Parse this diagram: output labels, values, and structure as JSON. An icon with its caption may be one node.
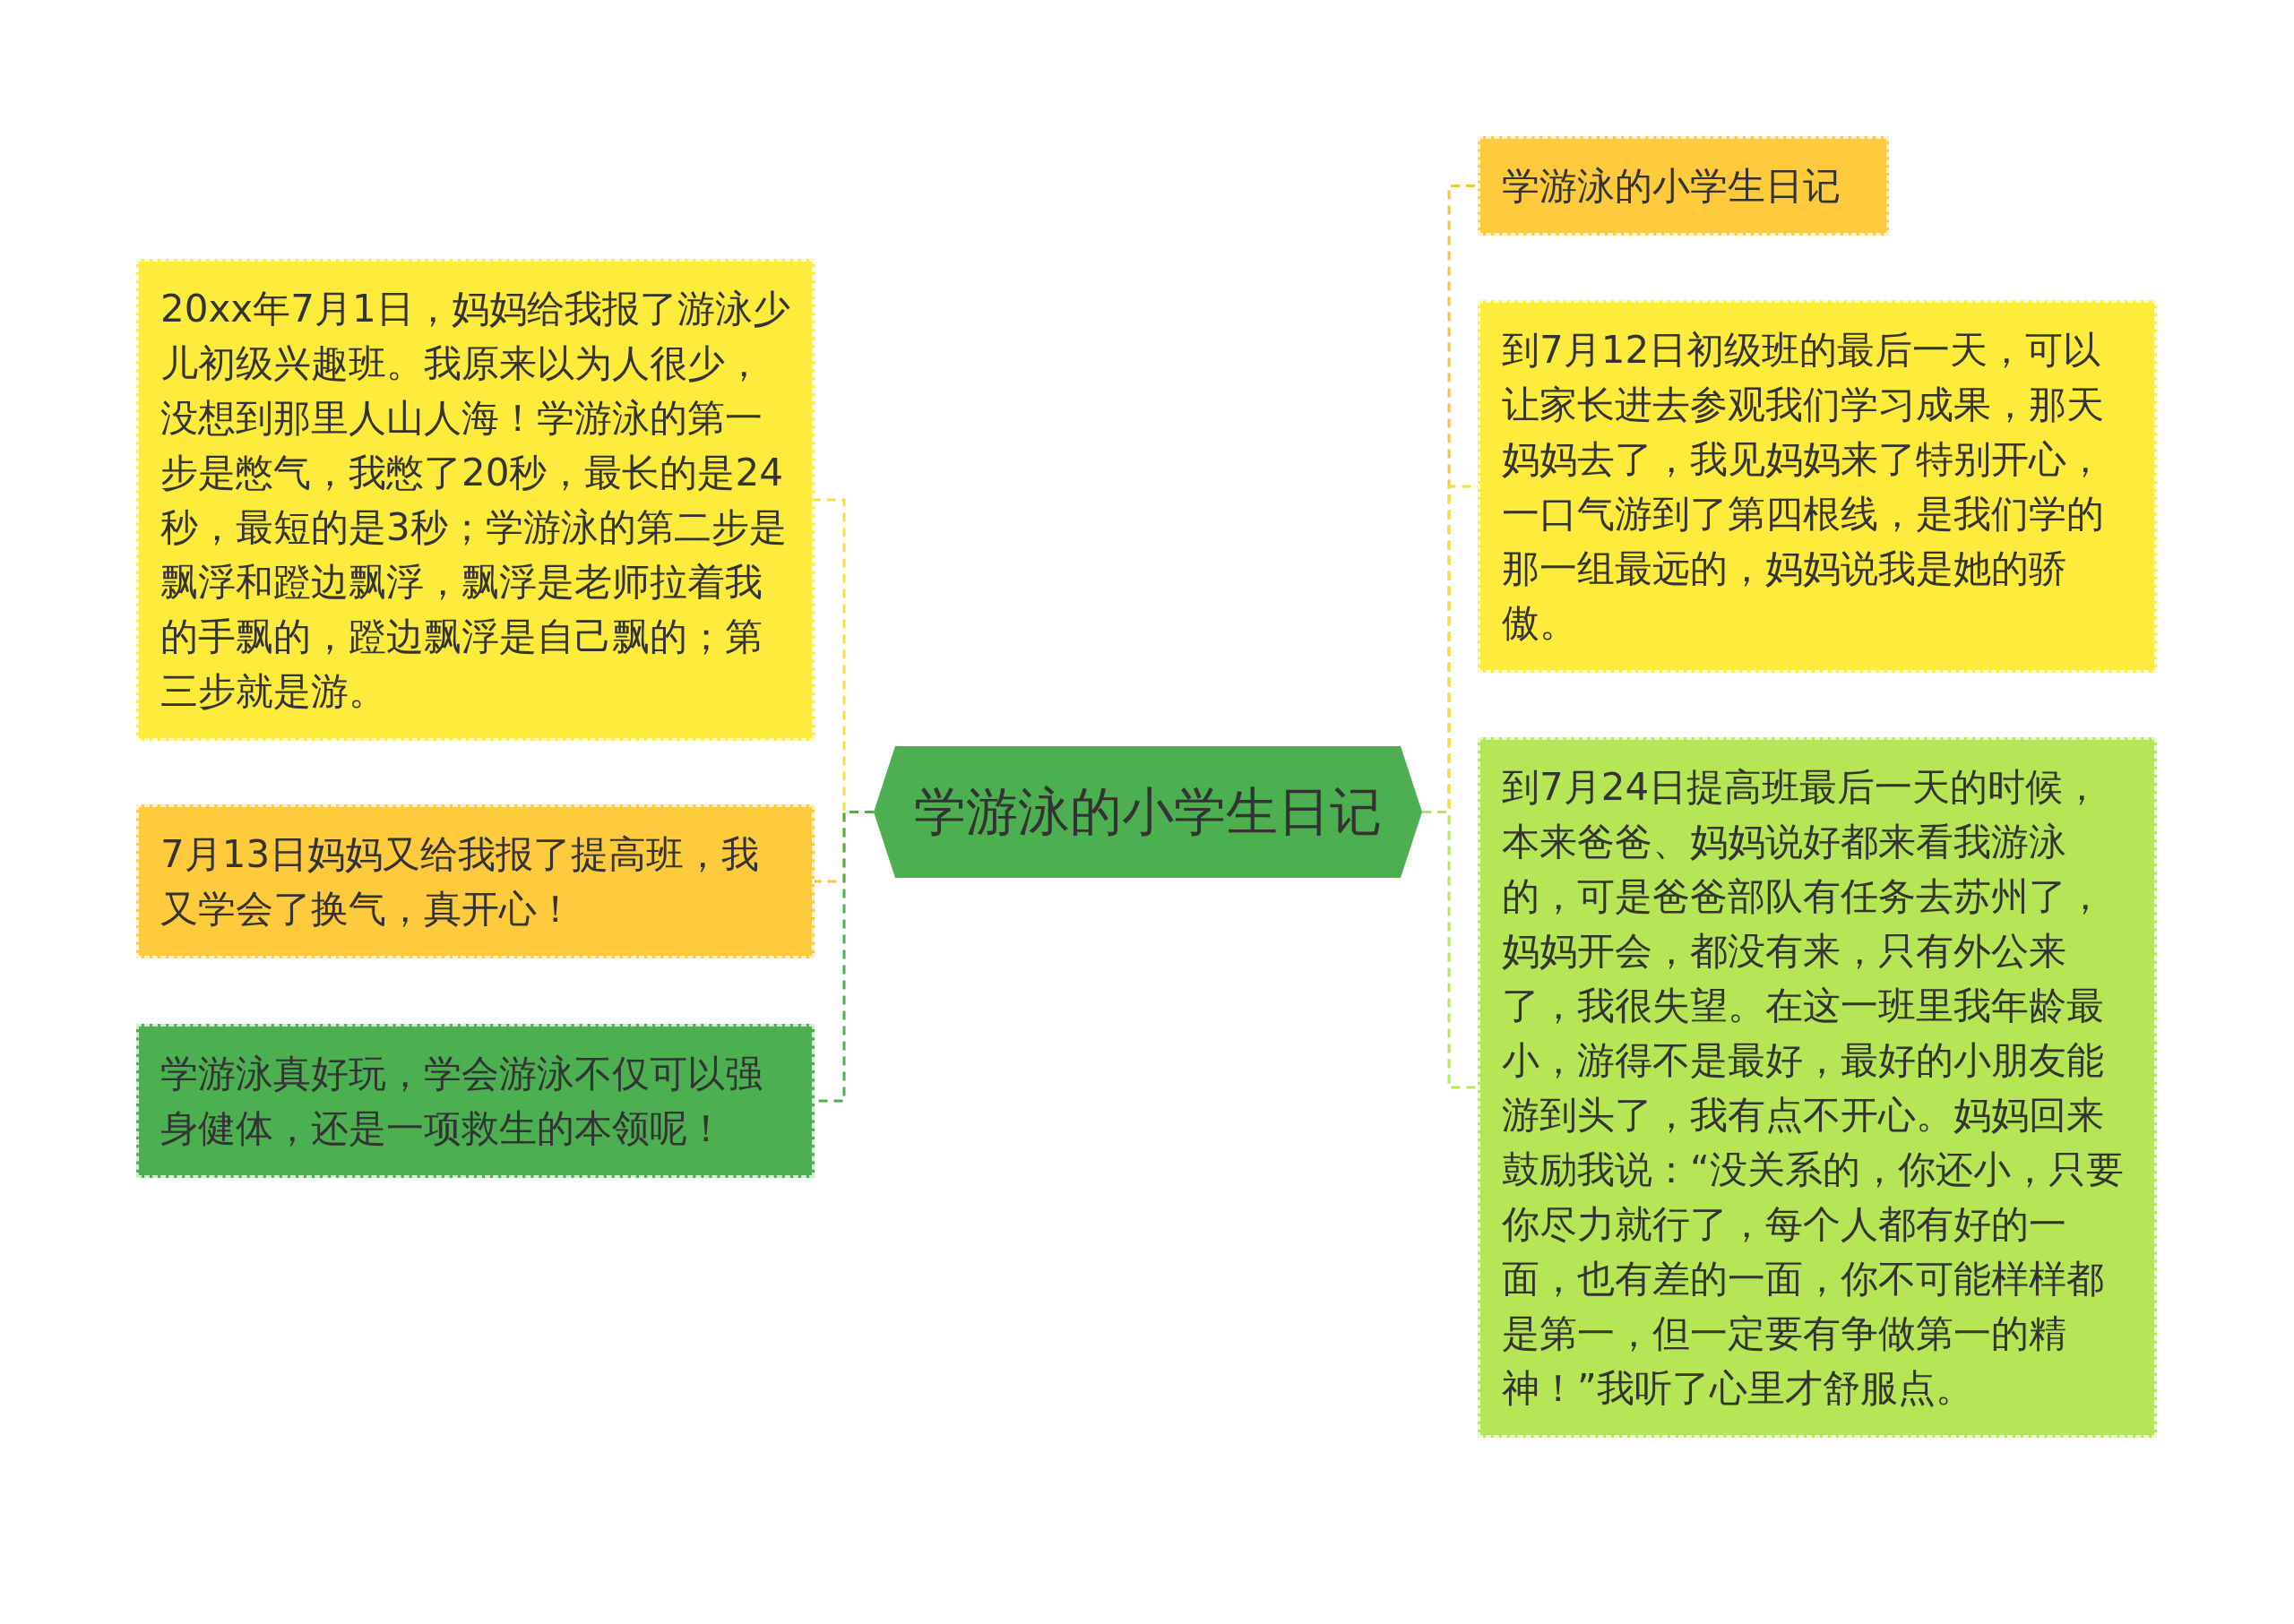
{
  "diagram": {
    "nodes": [
      {
        "text": [
          "学游泳的小学生日记"
        ]
      },
      {
        "text": [
          "20xx年7月1日，妈妈给我报了游泳少儿初级兴趣班。我原来以为人很少，没想到那里人山人海！学游泳的第一步是憋气，我憋了20秒，最长的是24秒，最短的是3秒；学游泳的第二步是飘浮和蹬边飘浮，飘浮是老师拉着我的手飘的，蹬边飘浮是自己飘的；第三步就是游。"
        ]
      },
      {
        "text": [
          "7月13日妈妈又给我报了提高班，我又学会了换气，真开心！"
        ]
      },
      {
        "text": [
          "学游泳真好玩，学会游泳不仅可以强身健体，还是一项救生的本领呢！"
        ]
      },
      {
        "text": [
          "学游泳的小学生日记"
        ]
      },
      {
        "text": [
          "到7月12日初级班的最后一天，可以让家长进去参观我们学习成果，那天妈妈去了，我见妈妈来了特别开心，一口气游到了第四根线，是我们学的那一组最远的，妈妈说我是她的骄傲。"
        ]
      },
      {
        "text": [
          "到7月24日提高班最后一天的时候，本来爸爸、妈妈说好都来看我游泳的，可是爸爸部队有任务去苏州了，妈妈开会，都没有来，只有外公来了，我很失望。在这一班里我年龄最小，游得不是最好，最好的小朋友能游到头了，我有点不开心。妈妈回来鼓励我说：“没关系的，你还小，只要你尽力就行了，每个人都有好的一面，也有差的一面，你不可能样样都是第一，但一定要有争做第一的精神！”我听了心里才舒服点。"
        ]
      }
    ],
    "edges": [
      {
        "from": 0,
        "to": 1,
        "arrow": "none",
        "style": "dashed",
        "color": "#f2e13c"
      },
      {
        "from": 0,
        "to": 2,
        "arrow": "none",
        "style": "dashed",
        "color": "#f7c43c"
      },
      {
        "from": 0,
        "to": 3,
        "arrow": "none",
        "style": "dashed",
        "color": "#4caf50"
      },
      {
        "from": 0,
        "to": 4,
        "arrow": "none",
        "style": "dashed",
        "color": "#f7c43c"
      },
      {
        "from": 0,
        "to": 5,
        "arrow": "none",
        "style": "dashed",
        "color": "#f2e13c"
      },
      {
        "from": 0,
        "to": 6,
        "arrow": "none",
        "style": "dashed",
        "color": "#b5e655"
      }
    ]
  }
}
